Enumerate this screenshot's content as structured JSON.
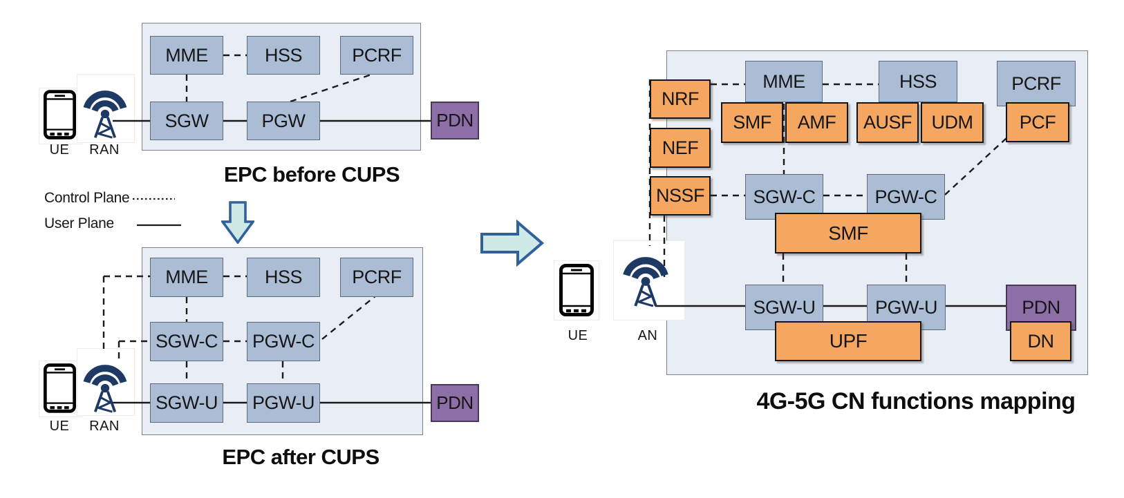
{
  "colors": {
    "container_fill": "#e9edf6",
    "blue_node": "#abbdd5",
    "orange_node": "#f5a661",
    "purple_node": "#8e6ea7",
    "icon_navy": "#1e3a64",
    "line": "#1a1a1a",
    "arrow_fill": "#cfe9e7",
    "arrow_stroke": "#31609c"
  },
  "legend": {
    "control": "Control Plane",
    "user": "User Plane"
  },
  "epc_before": {
    "title": "EPC before CUPS",
    "nodes": {
      "mme": "MME",
      "hss": "HSS",
      "pcrf": "PCRF",
      "sgw": "SGW",
      "pgw": "PGW",
      "pdn": "PDN"
    },
    "ue": "UE",
    "ran": "RAN"
  },
  "epc_after": {
    "title": "EPC after CUPS",
    "nodes": {
      "mme": "MME",
      "hss": "HSS",
      "pcrf": "PCRF",
      "sgwc": "SGW-C",
      "pgwc": "PGW-C",
      "sgwu": "SGW-U",
      "pgwu": "PGW-U",
      "pdn": "PDN"
    },
    "ue": "UE",
    "ran": "RAN"
  },
  "mapping": {
    "title": "4G-5G CN functions mapping",
    "nodes": {
      "nrf": "NRF",
      "nef": "NEF",
      "nssf": "NSSF",
      "mme": "MME",
      "smf_small": "SMF",
      "amf": "AMF",
      "hss": "HSS",
      "ausf": "AUSF",
      "udm": "UDM",
      "pcrf": "PCRF",
      "pcf": "PCF",
      "sgwc": "SGW-C",
      "pgwc": "PGW-C",
      "smf_big": "SMF",
      "sgwu": "SGW-U",
      "pgwu": "PGW-U",
      "upf": "UPF",
      "pdn": "PDN",
      "dn": "DN"
    },
    "ue": "UE",
    "an": "AN"
  },
  "icons": {
    "ue": "smartphone-icon",
    "ran": "antenna-icon",
    "down": "down-arrow-icon",
    "right": "right-arrow-icon"
  }
}
